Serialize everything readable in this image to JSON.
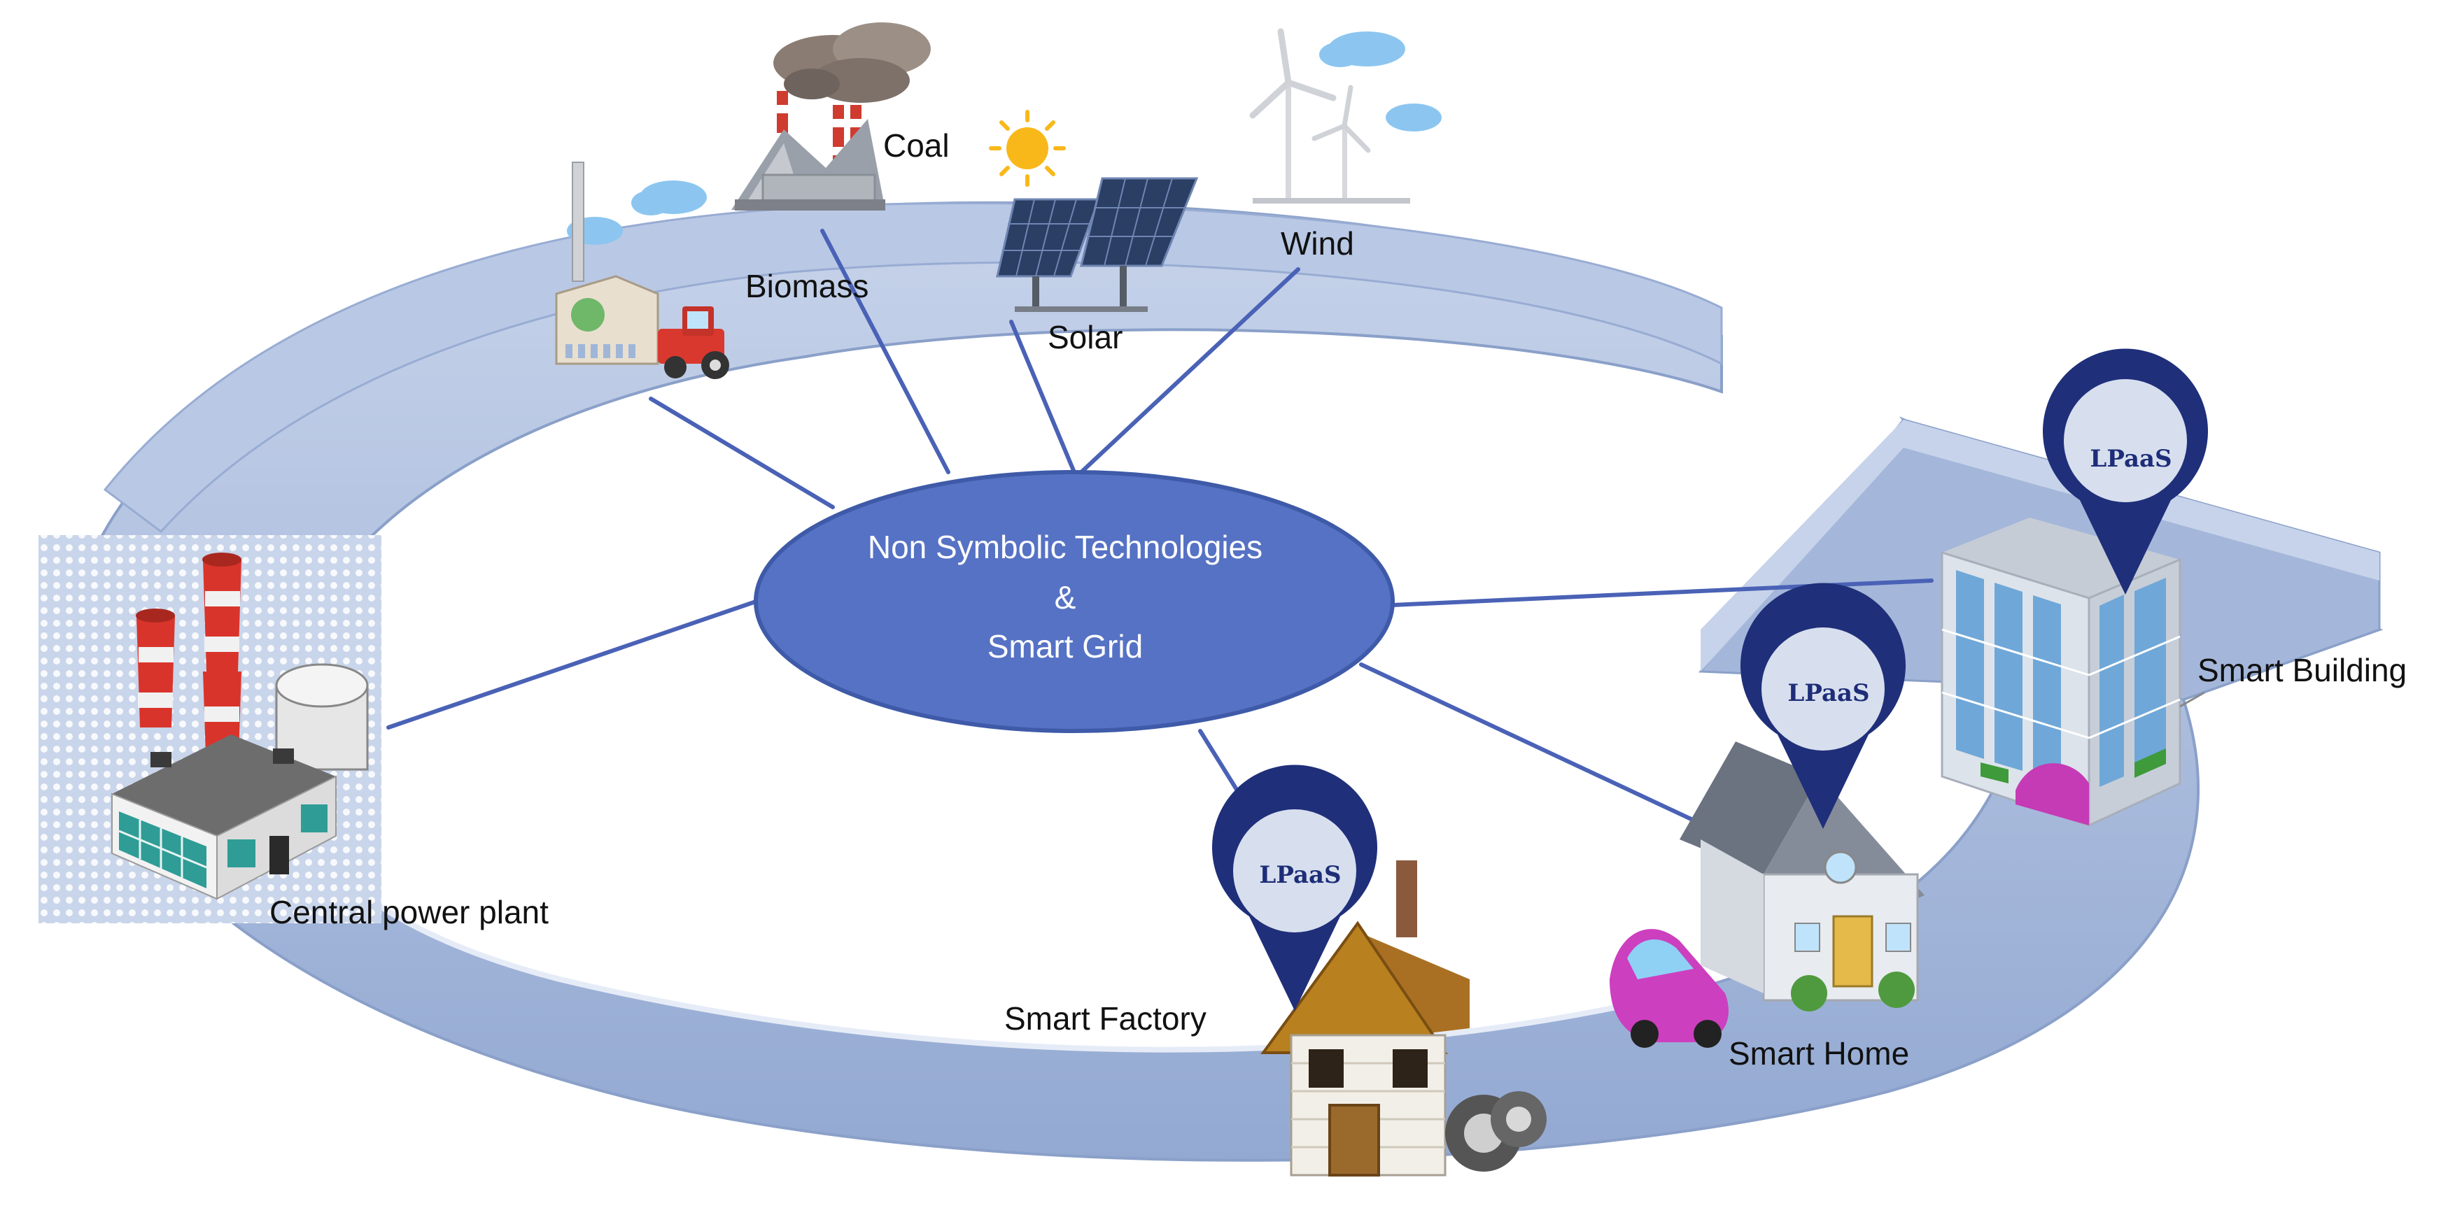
{
  "center": {
    "line1": "Non Symbolic Technologies",
    "line2": "&",
    "line3": "Smart Grid"
  },
  "labels": {
    "coal": "Coal",
    "biomass": "Biomass",
    "solar": "Solar",
    "wind": "Wind",
    "central_power_plant": "Central power plant",
    "smart_factory": "Smart Factory",
    "smart_home": "Smart Home",
    "smart_building": "Smart Building"
  },
  "pins": {
    "factory": "LPaaS",
    "home": "LPaaS",
    "building": "LPaaS"
  },
  "colors": {
    "ring": "#a9bbdc",
    "ring_edge": "#8aa0c9",
    "ellipse": "#5672c4",
    "ellipse_stroke": "#3e5aa8",
    "connector": "#4a62b6",
    "pin": "#1f2f7a"
  }
}
